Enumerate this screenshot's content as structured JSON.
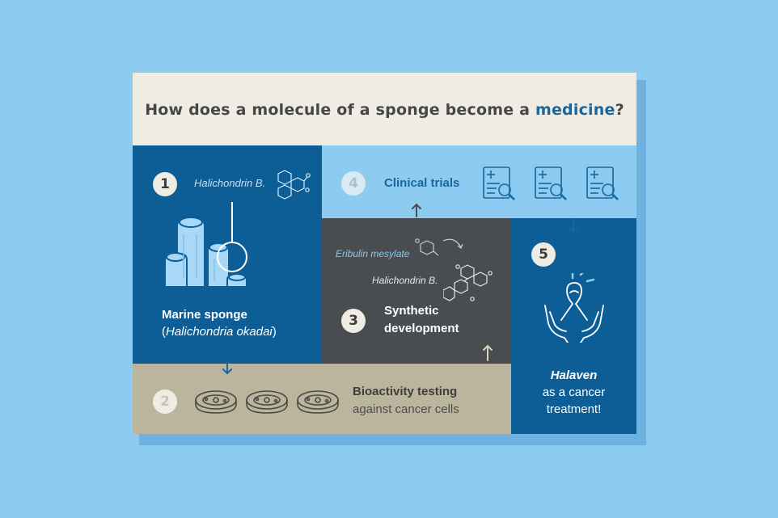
{
  "title": {
    "prefix": "How does a molecule of a sponge become a ",
    "highlight": "medicine",
    "suffix": "?"
  },
  "steps": {
    "s1": {
      "number": "1",
      "molecule": "Halichondrin B.",
      "label": "Marine sponge",
      "sublabel_open": "(",
      "sublabel_italic": "Halichondria okadai",
      "sublabel_close": ")"
    },
    "s2": {
      "number": "2",
      "label": "Bioactivity testing",
      "sublabel": "against cancer cells"
    },
    "s3": {
      "number": "3",
      "molecule_top": "Eribulin mesylate",
      "molecule_bottom": "Halichondrin B.",
      "label_line1": "Synthetic",
      "label_line2": "development"
    },
    "s4": {
      "number": "4",
      "label": "Clinical trials"
    },
    "s5": {
      "number": "5",
      "label": "Halaven",
      "sublabel_line1": "as a cancer",
      "sublabel_line2": "treatment!"
    }
  },
  "colors": {
    "background": "#8ecbf0",
    "title_bar": "#efede3",
    "accent_blue": "#19679d",
    "dark_blue": "#0d5e97",
    "light_blue": "#8ecbf0",
    "dark_grey": "#4a4d50",
    "beige": "#bcb59e",
    "sponge": "#a9d8f7"
  }
}
